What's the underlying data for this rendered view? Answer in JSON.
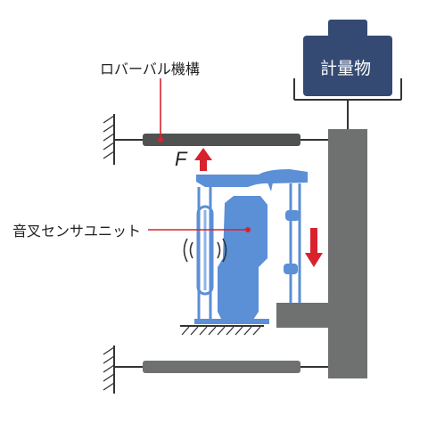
{
  "labels": {
    "roberval": "ロバーバル機構",
    "weight": "計量物",
    "force": "F",
    "sensor": "音叉センサユニット"
  },
  "colors": {
    "frame": "#6e716f",
    "frame_dark": "#4f5250",
    "sensor_blue": "#5b8fd6",
    "sensor_blue_light": "#8fb4e8",
    "weight_navy": "#354a73",
    "arrow_red": "#d8232f",
    "leader_red": "#d8232f",
    "line": "#333333"
  },
  "icons": {
    "force_arrow": "up-arrow-icon",
    "load_arrow": "down-arrow-icon",
    "vibration": "vibration-icon",
    "ground": "hatched-ground-icon"
  }
}
